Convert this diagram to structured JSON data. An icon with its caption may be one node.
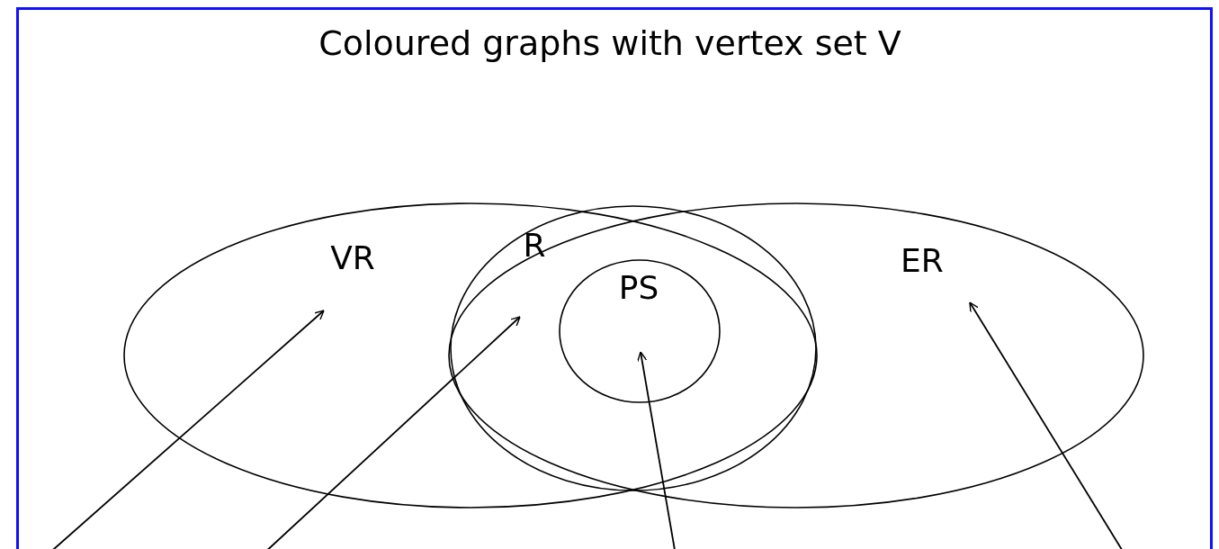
{
  "diagram": {
    "nodes": [
      {
        "text": [
          "Coloured graphs with vertex set V"
        ]
      },
      {
        "text": [
          "VR"
        ],
        "in": 0
      },
      {
        "text": [
          "ER"
        ],
        "in": 0
      },
      {
        "text": [
          "R"
        ]
      },
      {
        "text": [
          "PS"
        ],
        "in": 3
      }
    ],
    "edges": [
      {
        "from": null,
        "to": 1,
        "arrow": "to"
      },
      {
        "from": null,
        "to": 3,
        "arrow": "to"
      },
      {
        "from": null,
        "to": 4,
        "arrow": "to"
      },
      {
        "from": null,
        "to": 2,
        "arrow": "to"
      }
    ]
  }
}
